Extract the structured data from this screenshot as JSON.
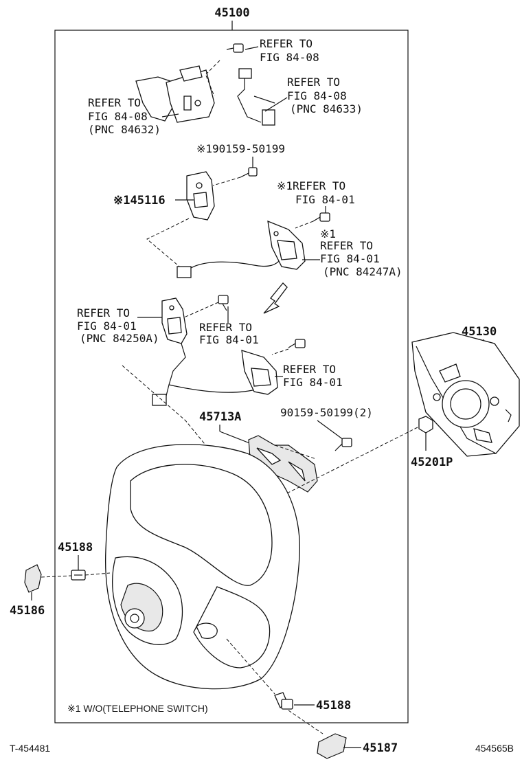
{
  "assembly_number": "45100",
  "callouts": {
    "refer_top_right": [
      "REFER TO",
      "FIG 84-08"
    ],
    "refer_top_right2": [
      "REFER TO",
      "FIG 84-08",
      "(PNC 84633)"
    ],
    "refer_top_left": [
      "REFER TO",
      "FIG 84-08",
      "(PNC 84632)"
    ],
    "screw_1": "※190159-50199",
    "part_45116": "※145116",
    "refer_mid_right_a": [
      "※1REFER TO",
      "FIG 84-01"
    ],
    "refer_mid_right_b": [
      "※1",
      "REFER TO",
      "FIG 84-01",
      "(PNC 84247A)"
    ],
    "refer_left": [
      "REFER TO",
      "FIG 84-01",
      "(PNC 84250A)"
    ],
    "refer_center": [
      "REFER TO",
      "FIG 84-01"
    ],
    "refer_lower_right": [
      "REFER TO",
      "FIG 84-01"
    ],
    "part_45713A": "45713A",
    "screw_2": "90159-50199(2)",
    "part_45130": "45130",
    "part_45201P": "45201P",
    "part_45188_top": "45188",
    "part_45186": "45186",
    "part_45188_bottom": "45188",
    "part_45187": "45187"
  },
  "footnote": "※1 W/O(TELEPHONE SWITCH)",
  "footer": {
    "left_code": "T-454481",
    "right_code": "454565B"
  }
}
